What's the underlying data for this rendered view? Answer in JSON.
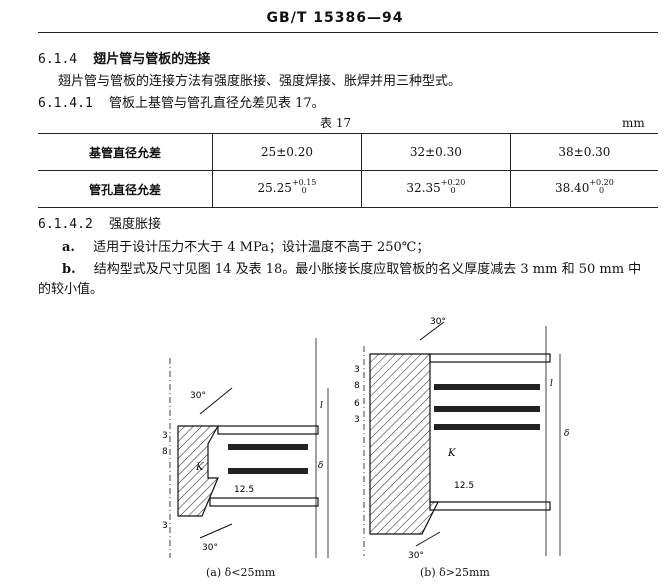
{
  "header": {
    "standard": "GB/T 15386—94"
  },
  "section_6_1_4": {
    "number": "6.1.4",
    "title": "翅片管与管板的连接",
    "text": "翅片管与管板的连接方法有强度胀接、强度焊接、胀焊并用三种型式。"
  },
  "section_6_1_4_1": {
    "number": "6.1.4.1",
    "title": "管板上基管与管孔直径允差见表 17。"
  },
  "table17": {
    "title": "表 17",
    "unit": "mm",
    "rows": [
      {
        "label": "基管直径允差",
        "cells": [
          {
            "main": "25±0.20",
            "upper": "",
            "lower": ""
          },
          {
            "main": "32±0.30",
            "upper": "",
            "lower": ""
          },
          {
            "main": "38±0.30",
            "upper": "",
            "lower": ""
          }
        ]
      },
      {
        "label": "管孔直径允差",
        "cells": [
          {
            "main": "25.25",
            "upper": "+0.15",
            "lower": "0"
          },
          {
            "main": "32.35",
            "upper": "+0.20",
            "lower": "0"
          },
          {
            "main": "38.40",
            "upper": "+0.20",
            "lower": "0"
          }
        ]
      }
    ]
  },
  "section_6_1_4_2": {
    "number": "6.1.4.2",
    "title": "强度胀接",
    "items": [
      {
        "marker": "a.",
        "text": "适用于设计压力不大于 4 MPa；设计温度不高于 250℃；"
      },
      {
        "marker": "b.",
        "text": "结构型式及尺寸见图 14 及表 18。最小胀接长度应取管板的名义厚度减去 3 mm 和 50 mm 中"
      },
      {
        "marker": "",
        "text": "的较小值。"
      }
    ]
  },
  "figure": {
    "left": {
      "caption": "(a) δ<25mm",
      "labels": {
        "angle_top": "30°",
        "angle_bottom": "30°",
        "d1": "3",
        "d2": "8",
        "d3": "3",
        "k": "K",
        "groove": "12.5",
        "l": "l",
        "delta": "δ"
      }
    },
    "right": {
      "caption": "(b) δ>25mm",
      "labels": {
        "angle_top": "30°",
        "angle_bottom": "30°",
        "d1": "3",
        "d2": "8",
        "d3": "6",
        "d4": "3",
        "k": "K",
        "groove": "12.5",
        "l": "l",
        "delta": "δ"
      }
    }
  }
}
